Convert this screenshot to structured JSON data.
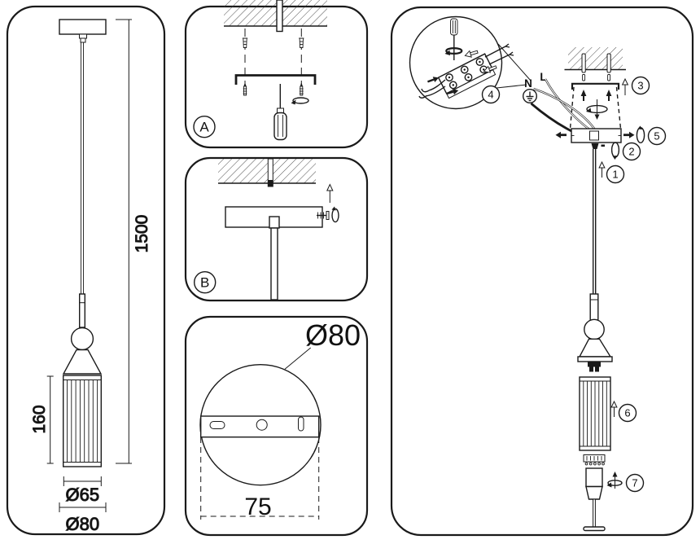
{
  "left_panel": {
    "drop_height": "1500",
    "shade_height": "160",
    "shade_diameter": "Ø65",
    "canopy_diameter": "Ø80"
  },
  "detail_a": {
    "label": "A"
  },
  "detail_b": {
    "label": "B"
  },
  "mount_plate": {
    "diameter": "Ø80",
    "hole_spacing": "75"
  },
  "assembly": {
    "neutral": "N",
    "live": "L",
    "step_1": "1",
    "step_2": "2",
    "step_3": "3",
    "step_4": "4",
    "step_5": "5",
    "step_6": "6",
    "step_7": "7"
  }
}
